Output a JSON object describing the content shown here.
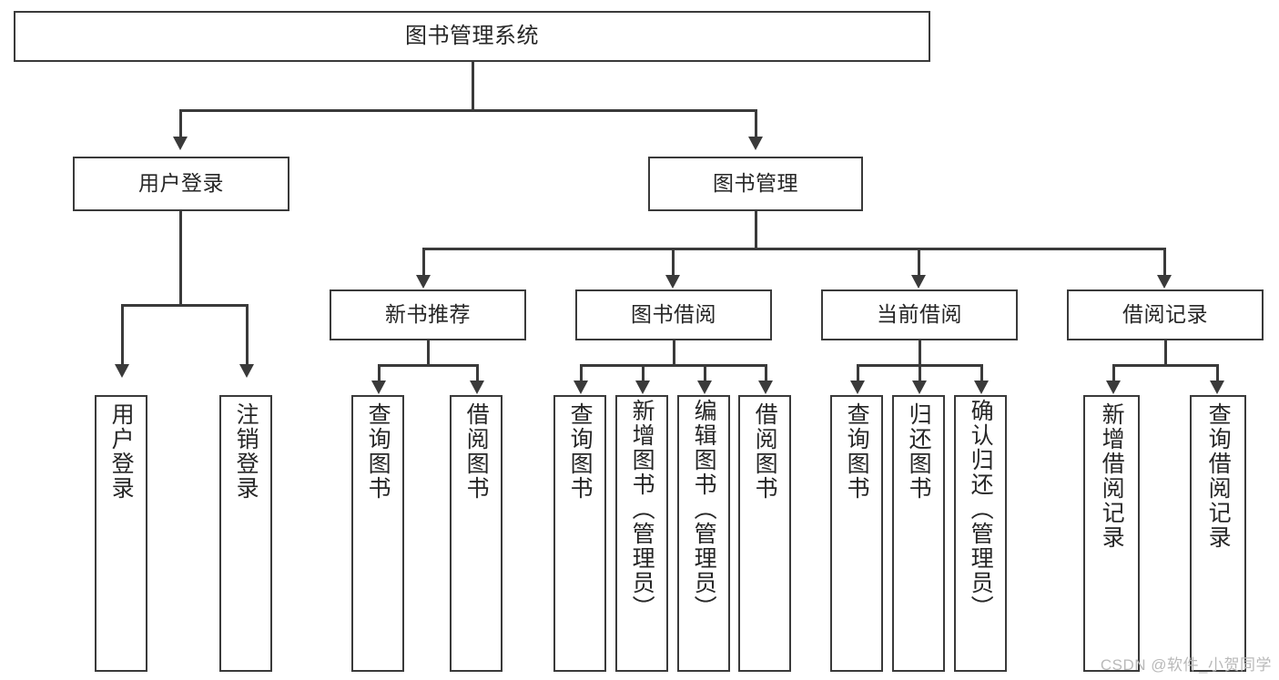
{
  "diagram": {
    "type": "tree",
    "title": "图书管理系统",
    "colors": {
      "stroke": "#3a3a3a",
      "fill": "#ffffff",
      "text": "#262626",
      "watermark": "#b9b9b9"
    },
    "root": {
      "id": "root",
      "label": "图书管理系统"
    },
    "level2": [
      {
        "id": "user-login",
        "label": "用户登录"
      },
      {
        "id": "book-manage",
        "label": "图书管理"
      }
    ],
    "level3": [
      {
        "id": "new-book-recommend",
        "label": "新书推荐",
        "parent": "book-manage"
      },
      {
        "id": "book-borrow",
        "label": "图书借阅",
        "parent": "book-manage"
      },
      {
        "id": "current-borrow",
        "label": "当前借阅",
        "parent": "book-manage"
      },
      {
        "id": "borrow-record",
        "label": "借阅记录",
        "parent": "book-manage"
      }
    ],
    "leaves": {
      "user_login": [
        {
          "id": "leaf-user-login",
          "label": "用户登录"
        },
        {
          "id": "leaf-logout-login",
          "label": "注销登录"
        }
      ],
      "new_book_recommend": [
        {
          "id": "leaf-query-book-1",
          "label": "查询图书"
        },
        {
          "id": "leaf-borrow-book-1",
          "label": "借阅图书"
        }
      ],
      "book_borrow": [
        {
          "id": "leaf-query-book-2",
          "label": "查询图书"
        },
        {
          "id": "leaf-add-book",
          "label": "新增图书（管理员）"
        },
        {
          "id": "leaf-edit-book",
          "label": "编辑图书（管理员）"
        },
        {
          "id": "leaf-borrow-book-2",
          "label": "借阅图书"
        }
      ],
      "current_borrow": [
        {
          "id": "leaf-query-book-3",
          "label": "查询图书"
        },
        {
          "id": "leaf-return-book",
          "label": "归还图书"
        },
        {
          "id": "leaf-confirm-return",
          "label": "确认归还（管理员）"
        }
      ],
      "borrow_record": [
        {
          "id": "leaf-add-record",
          "label": "新增借阅记录"
        },
        {
          "id": "leaf-query-record",
          "label": "查询借阅记录"
        }
      ]
    }
  },
  "watermark": {
    "text": "CSDN @软件_小贺同学"
  }
}
